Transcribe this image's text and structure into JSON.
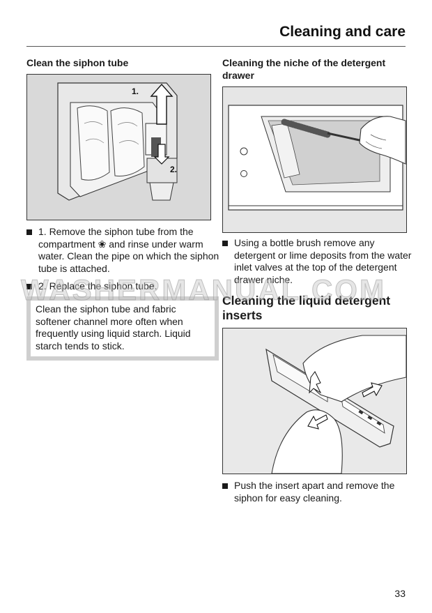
{
  "header": {
    "title": "Cleaning and care"
  },
  "left": {
    "heading": "Clean the siphon tube",
    "figure_labels": {
      "step1": "1.",
      "step2": "2."
    },
    "bullets": [
      "1. Remove the siphon tube from the compartment ❀ and rinse under warm water. Clean the pipe on which the siphon tube is attached.",
      "2. Replace the siphon tube."
    ],
    "note": "Clean the siphon tube and fabric softener channel more often when frequently using liquid starch. Liquid starch tends to stick."
  },
  "right": {
    "heading": "Cleaning the niche of the detergent drawer",
    "bullet1": "Using a bottle brush remove any detergent or lime deposits from the water inlet valves at the top of the detergent drawer niche.",
    "heading2": "Cleaning the liquid detergent inserts",
    "bullet2": "Push the insert apart and remove the siphon for easy cleaning."
  },
  "watermark": "WASHERMANUAL.COM",
  "page_number": "33"
}
